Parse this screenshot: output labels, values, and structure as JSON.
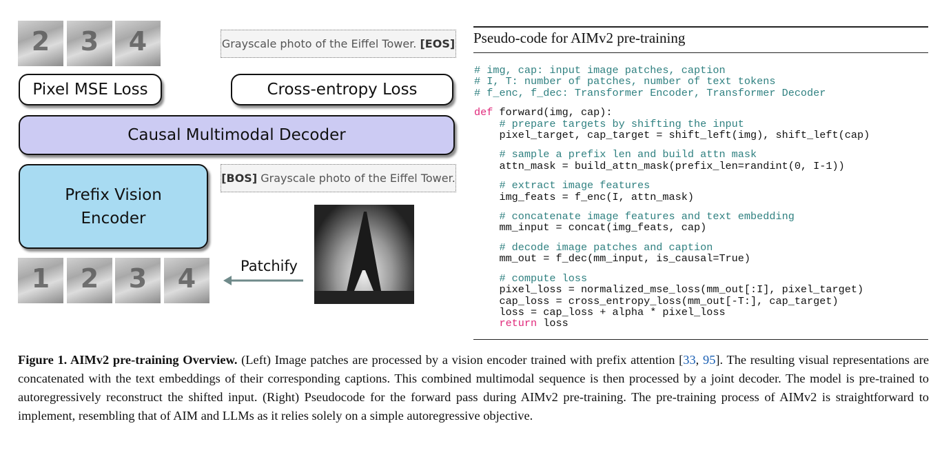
{
  "diagram": {
    "top_patches": [
      "2",
      "3",
      "4"
    ],
    "bottom_patches": [
      "1",
      "2",
      "3",
      "4"
    ],
    "eos_caption": {
      "text": "Grayscale photo of the Eiffel Tower.",
      "token": "[EOS]"
    },
    "bos_caption": {
      "token": "[BOS]",
      "text": "Grayscale photo of the Eiffel Tower."
    },
    "pixel_loss": "Pixel MSE Loss",
    "ce_loss": "Cross-entropy Loss",
    "decoder": "Causal Multimodal Decoder",
    "encoder": "Prefix Vision Encoder",
    "patchify": "Patchify",
    "colors": {
      "decoder": "#cccbf3",
      "encoder": "#a8dbf2",
      "arrow": "#6f8a8a"
    }
  },
  "code_panel": {
    "title": "Pseudo-code for AIMv2 pre-training",
    "groups": [
      [
        [
          [
            "c",
            "# img, cap: input image patches, caption"
          ]
        ],
        [
          [
            "c",
            "# I, T: number of patches, number of text tokens"
          ]
        ],
        [
          [
            "c",
            "# f_enc, f_dec: Transformer Encoder, Transformer Decoder"
          ]
        ]
      ],
      [
        [
          [
            "k",
            "def"
          ],
          [
            "n",
            " forward(img, cap):"
          ]
        ],
        [
          [
            "c",
            "    # prepare targets by shifting the input"
          ]
        ],
        [
          [
            "n",
            "    pixel_target, cap_target = shift_left(img), shift_left(cap)"
          ]
        ]
      ],
      [
        [
          [
            "c",
            "    # sample a prefix len and build attn mask"
          ]
        ],
        [
          [
            "n",
            "    attn_mask = build_attn_mask(prefix_len=randint(0, I-1))"
          ]
        ]
      ],
      [
        [
          [
            "c",
            "    # extract image features"
          ]
        ],
        [
          [
            "n",
            "    img_feats = f_enc(I, attn_mask)"
          ]
        ]
      ],
      [
        [
          [
            "c",
            "    # concatenate image features and text embedding"
          ]
        ],
        [
          [
            "n",
            "    mm_input = concat(img_feats, cap)"
          ]
        ]
      ],
      [
        [
          [
            "c",
            "    # decode image patches and caption"
          ]
        ],
        [
          [
            "n",
            "    mm_out = f_dec(mm_input, is_causal=True)"
          ]
        ]
      ],
      [
        [
          [
            "c",
            "    # compute loss"
          ]
        ],
        [
          [
            "n",
            "    pixel_loss = normalized_mse_loss(mm_out[:I], pixel_target)"
          ]
        ],
        [
          [
            "n",
            "    cap_loss = cross_entropy_loss(mm_out[-T:], cap_target)"
          ]
        ],
        [
          [
            "n",
            "    loss = cap_loss + alpha * pixel_loss"
          ]
        ],
        [
          [
            "k",
            "    return"
          ],
          [
            "n",
            " loss"
          ]
        ]
      ]
    ]
  },
  "caption": {
    "label": "Figure 1. AIMv2 pre-training Overview.",
    "part1": " (Left) Image patches are processed by a vision encoder trained with prefix attention [",
    "cite1": "33",
    "sep": ", ",
    "cite2": "95",
    "part2": "]. The resulting visual representations are concatenated with the text embeddings of their corresponding captions. This combined multimodal sequence is then processed by a joint decoder. The model is pre-trained to autoregressively reconstruct the shifted input. (Right) Pseudocode for the forward pass during AIMv2 pre-training. The pre-training process of AIMv2 is straightforward to implement, resembling that of AIM and LLMs as it relies solely on a simple autoregressive objective."
  }
}
